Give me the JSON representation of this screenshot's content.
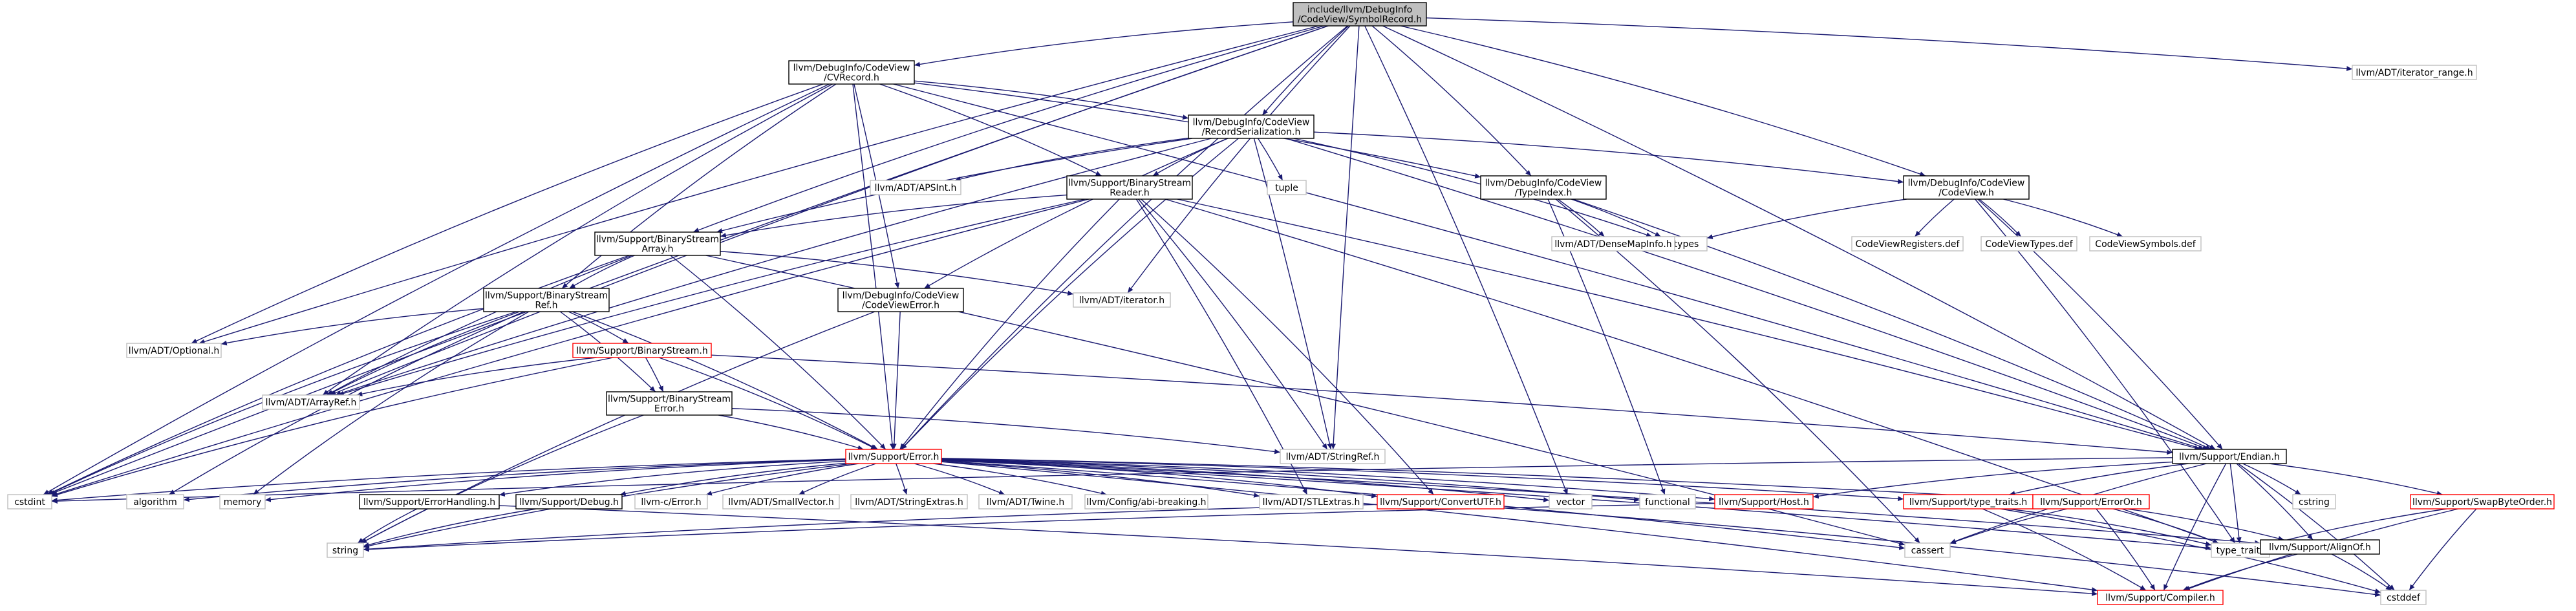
{
  "graph_title": "include/llvm/DebugInfo/CodeView/SymbolRecord.h",
  "colors": {
    "edge": "#191970",
    "root_fill": "#bfbfbf",
    "root_border": "#000000",
    "documented_border": "#000000",
    "external_border": "#bfbfbf",
    "truncated_border": "#ff0000",
    "text": "#000000"
  },
  "nodes": [
    {
      "id": "root",
      "lines": [
        "include/llvm/DebugInfo",
        "/CodeView/SymbolRecord.h"
      ],
      "style": "root"
    },
    {
      "id": "cvrecord",
      "lines": [
        "llvm/DebugInfo/CodeView",
        "/CVRecord.h"
      ],
      "style": "documented"
    },
    {
      "id": "recser",
      "lines": [
        "llvm/DebugInfo/CodeView",
        "/RecordSerialization.h"
      ],
      "style": "documented"
    },
    {
      "id": "iterrange",
      "lines": [
        "llvm/ADT/iterator_range.h"
      ],
      "style": "external"
    },
    {
      "id": "apsint",
      "lines": [
        "llvm/ADT/APSInt.h"
      ],
      "style": "external"
    },
    {
      "id": "tuple",
      "lines": [
        "tuple"
      ],
      "style": "external"
    },
    {
      "id": "bsreader",
      "lines": [
        "llvm/Support/BinaryStream",
        "Reader.h"
      ],
      "style": "documented"
    },
    {
      "id": "typeindex",
      "lines": [
        "llvm/DebugInfo/CodeView",
        "/TypeIndex.h"
      ],
      "style": "documented"
    },
    {
      "id": "codeview",
      "lines": [
        "llvm/DebugInfo/CodeView",
        "/CodeView.h"
      ],
      "style": "documented"
    },
    {
      "id": "bsarray",
      "lines": [
        "llvm/Support/BinaryStream",
        "Array.h"
      ],
      "style": "documented"
    },
    {
      "id": "cinttypes",
      "lines": [
        "cinttypes"
      ],
      "style": "external"
    },
    {
      "id": "densemapinfo",
      "lines": [
        "llvm/ADT/DenseMapInfo.h"
      ],
      "style": "external"
    },
    {
      "id": "cvregs",
      "lines": [
        "CodeViewRegisters.def"
      ],
      "style": "external"
    },
    {
      "id": "cvtypes",
      "lines": [
        "CodeViewTypes.def"
      ],
      "style": "external"
    },
    {
      "id": "cvsymbols",
      "lines": [
        "CodeViewSymbols.def"
      ],
      "style": "external"
    },
    {
      "id": "bsref",
      "lines": [
        "llvm/Support/BinaryStream",
        "Ref.h"
      ],
      "style": "documented"
    },
    {
      "id": "cverror",
      "lines": [
        "llvm/DebugInfo/CodeView",
        "/CodeViewError.h"
      ],
      "style": "documented"
    },
    {
      "id": "iterator",
      "lines": [
        "llvm/ADT/iterator.h"
      ],
      "style": "external"
    },
    {
      "id": "optional",
      "lines": [
        "llvm/ADT/Optional.h"
      ],
      "style": "external"
    },
    {
      "id": "binstream",
      "lines": [
        "llvm/Support/BinaryStream.h"
      ],
      "style": "truncated"
    },
    {
      "id": "arrayref",
      "lines": [
        "llvm/ADT/ArrayRef.h"
      ],
      "style": "external"
    },
    {
      "id": "bserror",
      "lines": [
        "llvm/Support/BinaryStream",
        "Error.h"
      ],
      "style": "documented"
    },
    {
      "id": "stringref",
      "lines": [
        "llvm/ADT/StringRef.h"
      ],
      "style": "external"
    },
    {
      "id": "error",
      "lines": [
        "llvm/Support/Error.h"
      ],
      "style": "truncated"
    },
    {
      "id": "endian",
      "lines": [
        "llvm/Support/Endian.h"
      ],
      "style": "documented"
    },
    {
      "id": "cstdint",
      "lines": [
        "cstdint"
      ],
      "style": "external"
    },
    {
      "id": "algorithm",
      "lines": [
        "algorithm"
      ],
      "style": "external"
    },
    {
      "id": "memory",
      "lines": [
        "memory"
      ],
      "style": "external"
    },
    {
      "id": "errhandling",
      "lines": [
        "llvm/Support/ErrorHandling.h"
      ],
      "style": "documented"
    },
    {
      "id": "debug",
      "lines": [
        "llvm/Support/Debug.h"
      ],
      "style": "documented"
    },
    {
      "id": "llvmcerror",
      "lines": [
        "llvm-c/Error.h"
      ],
      "style": "external"
    },
    {
      "id": "smallvector",
      "lines": [
        "llvm/ADT/SmallVector.h"
      ],
      "style": "external"
    },
    {
      "id": "strextras",
      "lines": [
        "llvm/ADT/StringExtras.h"
      ],
      "style": "external"
    },
    {
      "id": "twine",
      "lines": [
        "llvm/ADT/Twine.h"
      ],
      "style": "external"
    },
    {
      "id": "abibreaking",
      "lines": [
        "llvm/Config/abi-breaking.h"
      ],
      "style": "external"
    },
    {
      "id": "stlextras",
      "lines": [
        "llvm/ADT/STLExtras.h"
      ],
      "style": "external"
    },
    {
      "id": "convertutf",
      "lines": [
        "llvm/Support/ConvertUTF.h"
      ],
      "style": "truncated"
    },
    {
      "id": "vector",
      "lines": [
        "vector"
      ],
      "style": "external"
    },
    {
      "id": "functional",
      "lines": [
        "functional"
      ],
      "style": "external"
    },
    {
      "id": "host",
      "lines": [
        "llvm/Support/Host.h"
      ],
      "style": "truncated"
    },
    {
      "id": "typetraitsh",
      "lines": [
        "llvm/Support/type_traits.h"
      ],
      "style": "truncated"
    },
    {
      "id": "errorortr",
      "lines": [
        "llvm/Support/ErrorOr.h"
      ],
      "style": "truncated"
    },
    {
      "id": "cstring",
      "lines": [
        "cstring"
      ],
      "style": "external"
    },
    {
      "id": "swapbyte",
      "lines": [
        "llvm/Support/SwapByteOrder.h"
      ],
      "style": "truncated"
    },
    {
      "id": "string",
      "lines": [
        "string"
      ],
      "style": "external"
    },
    {
      "id": "cassert",
      "lines": [
        "cassert"
      ],
      "style": "external"
    },
    {
      "id": "typetraits",
      "lines": [
        "type_traits"
      ],
      "style": "external"
    },
    {
      "id": "alignof",
      "lines": [
        "llvm/Support/AlignOf.h"
      ],
      "style": "documented"
    },
    {
      "id": "compiler",
      "lines": [
        "llvm/Support/Compiler.h"
      ],
      "style": "truncated"
    },
    {
      "id": "cstddef",
      "lines": [
        "cstddef"
      ],
      "style": "external"
    }
  ],
  "edges": [
    [
      "root",
      "cvrecord"
    ],
    [
      "root",
      "recser"
    ],
    [
      "root",
      "iterrange"
    ],
    [
      "root",
      "bsarray"
    ],
    [
      "root",
      "typeindex"
    ],
    [
      "root",
      "codeview"
    ],
    [
      "root",
      "optional"
    ],
    [
      "root",
      "arrayref"
    ],
    [
      "root",
      "cstdint"
    ],
    [
      "root",
      "iterator"
    ],
    [
      "root",
      "stringref"
    ],
    [
      "root",
      "endian"
    ],
    [
      "root",
      "error"
    ],
    [
      "root",
      "vector"
    ],
    [
      "cvrecord",
      "recser"
    ],
    [
      "cvrecord",
      "bsreader"
    ],
    [
      "cvrecord",
      "bsref"
    ],
    [
      "cvrecord",
      "cverror"
    ],
    [
      "cvrecord",
      "typeindex"
    ],
    [
      "cvrecord",
      "optional"
    ],
    [
      "cvrecord",
      "arrayref"
    ],
    [
      "cvrecord",
      "cstdint"
    ],
    [
      "cvrecord",
      "error"
    ],
    [
      "cvrecord",
      "endian"
    ],
    [
      "recser",
      "apsint"
    ],
    [
      "recser",
      "tuple"
    ],
    [
      "recser",
      "bsreader"
    ],
    [
      "recser",
      "codeview"
    ],
    [
      "recser",
      "cverror"
    ],
    [
      "recser",
      "cinttypes"
    ],
    [
      "recser",
      "arrayref"
    ],
    [
      "recser",
      "endian"
    ],
    [
      "recser",
      "error"
    ],
    [
      "recser",
      "stringref"
    ],
    [
      "recser",
      "bsarray"
    ],
    [
      "bsreader",
      "bsarray"
    ],
    [
      "bsreader",
      "arrayref"
    ],
    [
      "bsreader",
      "stringref"
    ],
    [
      "bsreader",
      "stlextras"
    ],
    [
      "bsreader",
      "convertutf"
    ],
    [
      "bsreader",
      "endian"
    ],
    [
      "bsreader",
      "error"
    ],
    [
      "bsreader",
      "typetraits"
    ],
    [
      "bsreader",
      "cstdint"
    ],
    [
      "typeindex",
      "cinttypes"
    ],
    [
      "typeindex",
      "densemapinfo"
    ],
    [
      "typeindex",
      "endian"
    ],
    [
      "typeindex",
      "cassert"
    ],
    [
      "typeindex",
      "functional"
    ],
    [
      "codeview",
      "cinttypes"
    ],
    [
      "codeview",
      "cvregs"
    ],
    [
      "codeview",
      "cvtypes"
    ],
    [
      "codeview",
      "cvsymbols"
    ],
    [
      "codeview",
      "endian"
    ],
    [
      "codeview",
      "typetraits"
    ],
    [
      "bsarray",
      "bsref"
    ],
    [
      "bsarray",
      "arrayref"
    ],
    [
      "bsarray",
      "iterator"
    ],
    [
      "bsarray",
      "error"
    ],
    [
      "bsarray",
      "cassert"
    ],
    [
      "bsarray",
      "cstdint"
    ],
    [
      "bsref",
      "binstream"
    ],
    [
      "bsref",
      "bserror"
    ],
    [
      "bsref",
      "arrayref"
    ],
    [
      "bsref",
      "optional"
    ],
    [
      "bsref",
      "error"
    ],
    [
      "bsref",
      "algorithm"
    ],
    [
      "bsref",
      "memory"
    ],
    [
      "bsref",
      "cstdint"
    ],
    [
      "cverror",
      "error"
    ],
    [
      "cverror",
      "string"
    ],
    [
      "binstream",
      "arrayref"
    ],
    [
      "binstream",
      "bserror"
    ],
    [
      "binstream",
      "error"
    ],
    [
      "binstream",
      "endian"
    ],
    [
      "binstream",
      "cstdint"
    ],
    [
      "bserror",
      "stringref"
    ],
    [
      "bserror",
      "error"
    ],
    [
      "bserror",
      "string"
    ],
    [
      "error",
      "abibreaking"
    ],
    [
      "error",
      "stlextras"
    ],
    [
      "error",
      "smallvector"
    ],
    [
      "error",
      "strextras"
    ],
    [
      "error",
      "twine"
    ],
    [
      "error",
      "llvmcerror"
    ],
    [
      "error",
      "debug"
    ],
    [
      "error",
      "errhandling"
    ],
    [
      "error",
      "errorortr"
    ],
    [
      "error",
      "algorithm"
    ],
    [
      "error",
      "memory"
    ],
    [
      "error",
      "cassert"
    ],
    [
      "error",
      "cstdint"
    ],
    [
      "error",
      "string"
    ],
    [
      "error",
      "vector"
    ],
    [
      "error",
      "functional"
    ],
    [
      "error",
      "typetraits"
    ],
    [
      "error",
      "alignof"
    ],
    [
      "error",
      "compiler"
    ],
    [
      "error",
      "host"
    ],
    [
      "error",
      "typetraitsh"
    ],
    [
      "error",
      "convertutf"
    ],
    [
      "endian",
      "alignof"
    ],
    [
      "endian",
      "compiler"
    ],
    [
      "endian",
      "swapbyte"
    ],
    [
      "endian",
      "cassert"
    ],
    [
      "endian",
      "cstddef"
    ],
    [
      "endian",
      "cstdint"
    ],
    [
      "endian",
      "cstring"
    ],
    [
      "endian",
      "typetraits"
    ],
    [
      "endian",
      "host"
    ],
    [
      "endian",
      "typetraitsh"
    ],
    [
      "errhandling",
      "compiler"
    ],
    [
      "errhandling",
      "string"
    ],
    [
      "debug",
      "string"
    ],
    [
      "typetraitsh",
      "typetraits"
    ],
    [
      "typetraitsh",
      "compiler"
    ],
    [
      "typetraitsh",
      "cstddef"
    ],
    [
      "errorortr",
      "alignof"
    ],
    [
      "errorortr",
      "cassert"
    ],
    [
      "errorortr",
      "typetraits"
    ],
    [
      "errorortr",
      "compiler"
    ],
    [
      "swapbyte",
      "compiler"
    ],
    [
      "swapbyte",
      "cstddef"
    ],
    [
      "swapbyte",
      "typetraits"
    ],
    [
      "alignof",
      "compiler"
    ],
    [
      "alignof",
      "cstddef"
    ],
    [
      "convertutf",
      "string"
    ],
    [
      "convertutf",
      "cstddef"
    ],
    [
      "host",
      "string"
    ]
  ]
}
